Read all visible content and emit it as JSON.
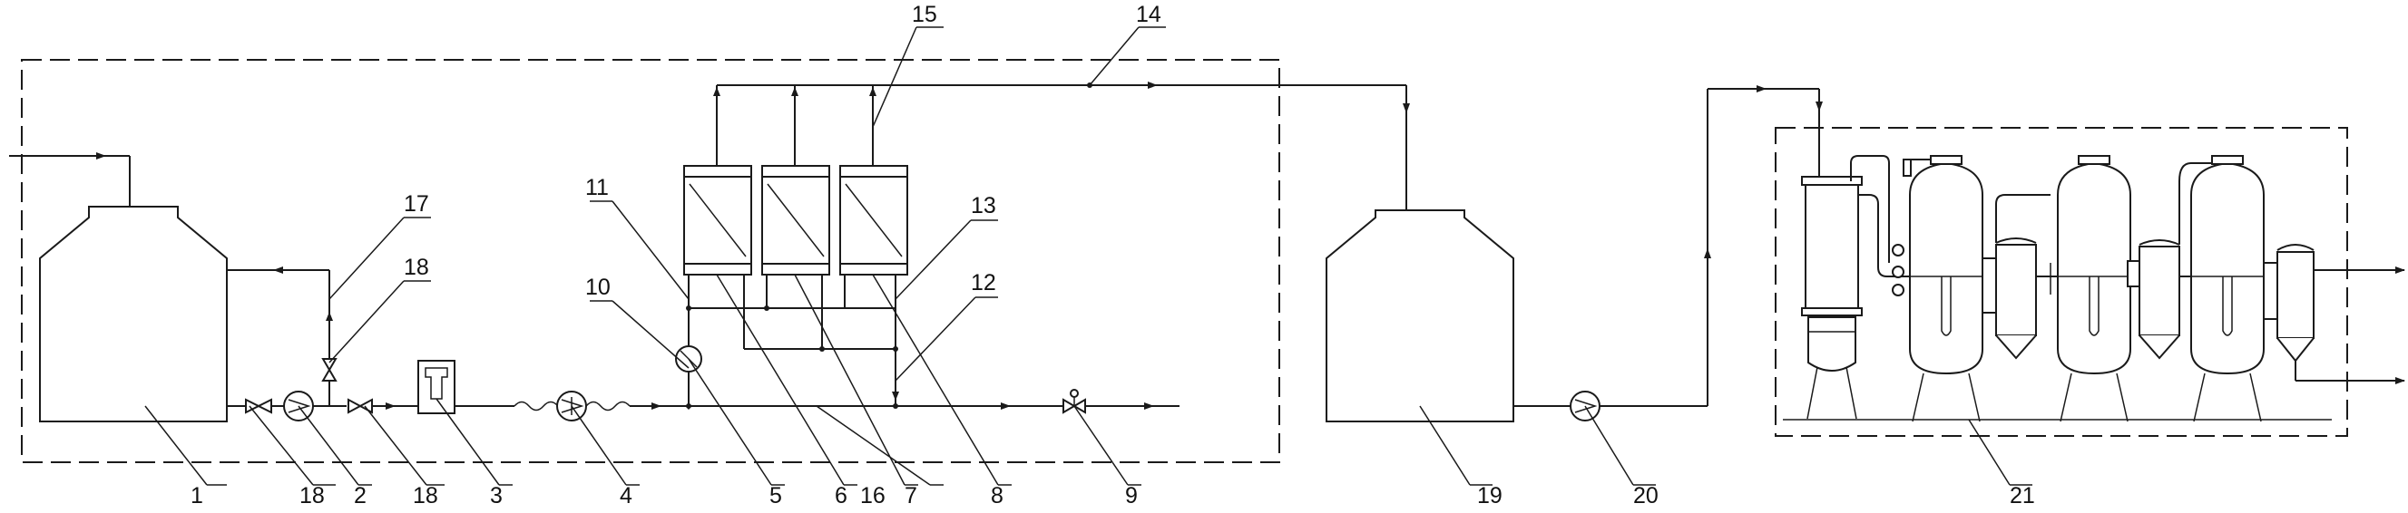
{
  "labels": {
    "l1": "1",
    "l2": "2",
    "l3": "3",
    "l4": "4",
    "l5": "5",
    "l6": "6",
    "l7": "7",
    "l8": "8",
    "l9": "9",
    "l10": "10",
    "l11": "11",
    "l12": "12",
    "l13": "13",
    "l14": "14",
    "l15": "15",
    "l16": "16",
    "l17": "17",
    "l18a": "18",
    "l18b": "18",
    "l18c": "18",
    "l19": "19",
    "l20": "20",
    "l21": "21"
  }
}
